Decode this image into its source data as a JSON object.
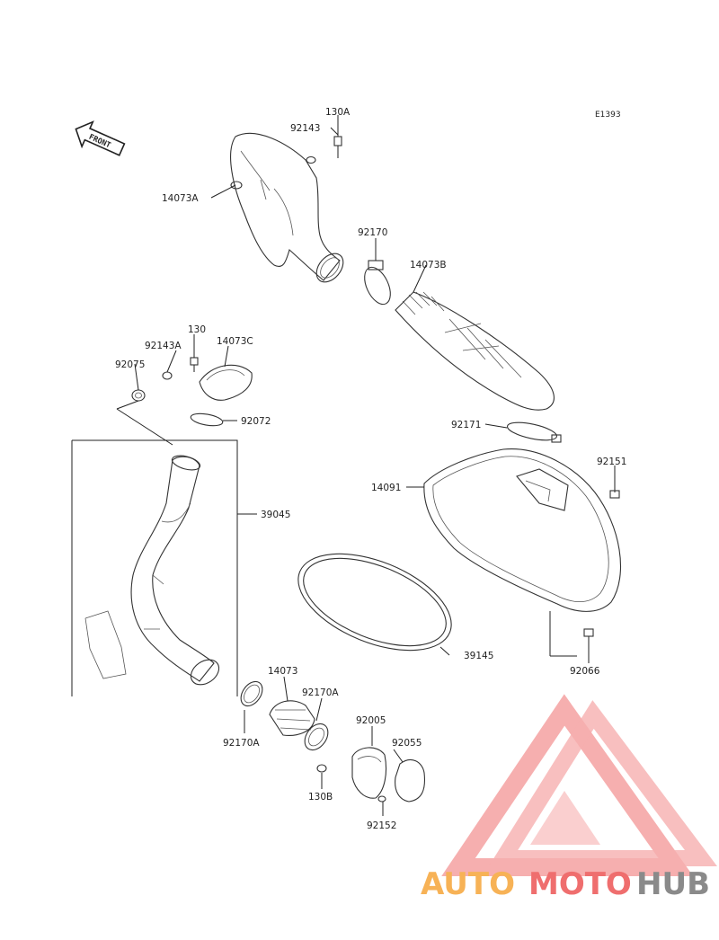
{
  "diagram": {
    "code": "E1393",
    "front_label": "FRONT",
    "parts": [
      "130A",
      "92143",
      "14073A",
      "92170",
      "14073B",
      "130",
      "92143A",
      "14073C",
      "92075",
      "92072",
      "39045",
      "92171",
      "92151",
      "14091",
      "39145",
      "92066",
      "14073",
      "92170A",
      "92005",
      "92055",
      "92170A",
      "130B",
      "92152"
    ]
  },
  "watermark": {
    "part1": "AUTO",
    "part2": "MOTO",
    "part3": "HUB",
    "colors": {
      "auto": "#f7b256",
      "moto": "#ef6e6e",
      "hub": "#8a8a8a"
    }
  }
}
